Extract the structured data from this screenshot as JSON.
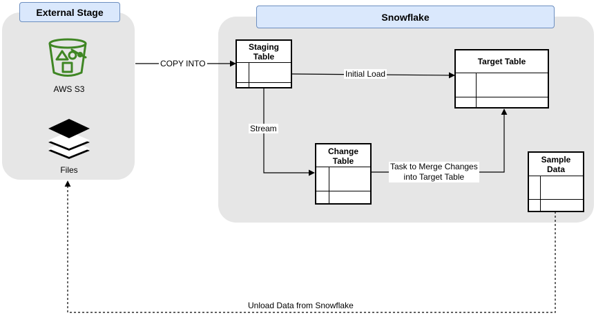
{
  "stages": {
    "external": {
      "title": "External Stage"
    },
    "snowflake": {
      "title": "Snowflake"
    }
  },
  "sources": {
    "s3": {
      "label": "AWS S3",
      "icon": "aws-s3-bucket-icon",
      "color": "#3f8624"
    },
    "files": {
      "label": "Files",
      "icon": "layers-icon"
    }
  },
  "tables": {
    "staging": {
      "title_line1": "Staging",
      "title_line2": "Table"
    },
    "target": {
      "title_line1": "Target Table"
    },
    "change": {
      "title_line1": "Change",
      "title_line2": "Table"
    },
    "sample": {
      "title_line1": "Sample",
      "title_line2": "Data"
    }
  },
  "edges": {
    "copy_into": "COPY INTO",
    "initial_load": "Initial Load",
    "stream": "Stream",
    "merge_line1": "Task to Merge Changes",
    "merge_line2": "into Target Table",
    "unload": "Unload Data from Snowflake"
  },
  "colors": {
    "panel_fill": "#e6e6e6",
    "header_fill": "#dae8fc",
    "header_border": "#6c8ebf"
  }
}
